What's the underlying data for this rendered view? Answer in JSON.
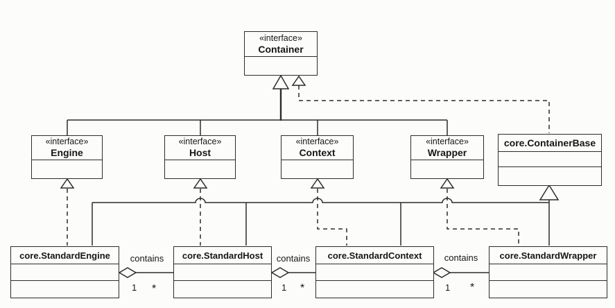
{
  "classes": {
    "container": {
      "stereotype": "«interface»",
      "name": "Container"
    },
    "engine": {
      "stereotype": "«interface»",
      "name": "Engine"
    },
    "host": {
      "stereotype": "«interface»",
      "name": "Host"
    },
    "context": {
      "stereotype": "«interface»",
      "name": "Context"
    },
    "wrapper": {
      "stereotype": "«interface»",
      "name": "Wrapper"
    },
    "container_base": {
      "name": "core.ContainerBase"
    },
    "standard_engine": {
      "name": "core.StandardEngine"
    },
    "standard_host": {
      "name": "core.StandardHost"
    },
    "standard_context": {
      "name": "core.StandardContext"
    },
    "standard_wrapper": {
      "name": "core.StandardWrapper"
    }
  },
  "associations": {
    "engine_host": {
      "label": "contains",
      "source_multiplicity": "1",
      "target_multiplicity": "*"
    },
    "host_context": {
      "label": "contains",
      "source_multiplicity": "1",
      "target_multiplicity": "*"
    },
    "context_wrapper": {
      "label": "contains",
      "source_multiplicity": "1",
      "target_multiplicity": "*"
    }
  },
  "colors": {
    "line": "#2b2b2b",
    "background": "#fcfcfb",
    "text": "#161616"
  }
}
